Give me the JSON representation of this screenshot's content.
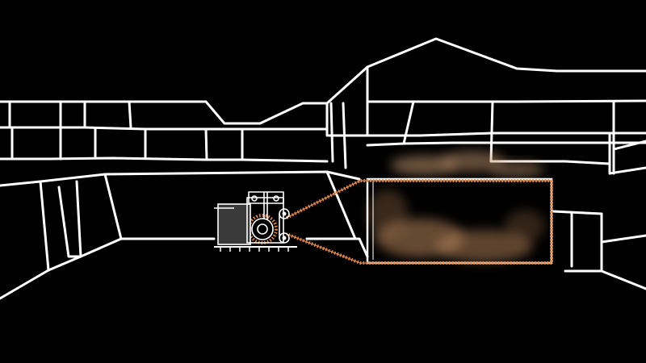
{
  "scene": {
    "background_color": "#000000",
    "line_color": "#ffffff",
    "wire_color": "#e0874a",
    "dust_color": "#c79a72",
    "machine_body_color": "#3a3a3a"
  },
  "elements": {
    "quarry": "quarry-terraces",
    "machine": "wire-saw-machine",
    "wire": "diamond-wire-loop",
    "block": "stone-block-being-cut",
    "dust": "cutting-dust-cloud"
  }
}
